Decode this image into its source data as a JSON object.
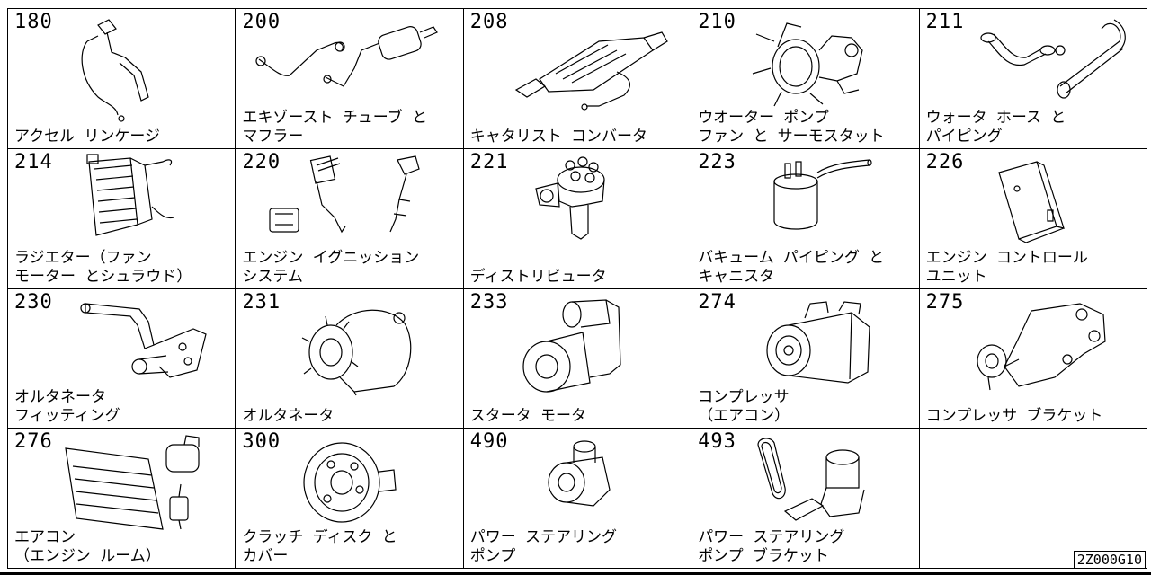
{
  "cells": [
    {
      "num": "180",
      "lines": [
        "アクセル リンケージ"
      ],
      "icon": "accelerator-linkage-icon"
    },
    {
      "num": "200",
      "lines": [
        "エキゾースト チューブ と",
        "マフラー"
      ],
      "icon": "exhaust-muffler-icon"
    },
    {
      "num": "208",
      "lines": [
        "キャタリスト コンバータ"
      ],
      "icon": "catalytic-converter-icon"
    },
    {
      "num": "210",
      "lines": [
        "ウオーター ポンプ",
        "ファン と サーモスタット"
      ],
      "icon": "water-pump-fan-icon"
    },
    {
      "num": "211",
      "lines": [
        "ウォータ ホース と",
        "パイピング"
      ],
      "icon": "water-hose-icon"
    },
    {
      "num": "214",
      "lines": [
        "ラジエター（ファン",
        "モーター とシュラウド）"
      ],
      "icon": "radiator-icon"
    },
    {
      "num": "220",
      "lines": [
        "エンジン イグニッション",
        "システム"
      ],
      "icon": "ignition-system-icon"
    },
    {
      "num": "221",
      "lines": [
        "ディストリビュータ"
      ],
      "icon": "distributor-icon"
    },
    {
      "num": "223",
      "lines": [
        "バキューム パイピング と",
        "キャニスタ"
      ],
      "icon": "vacuum-canister-icon"
    },
    {
      "num": "226",
      "lines": [
        "エンジン コントロール",
        "ユニット"
      ],
      "icon": "engine-control-unit-icon"
    },
    {
      "num": "230",
      "lines": [
        "オルタネータ",
        "フィッティング"
      ],
      "icon": "alternator-fitting-icon"
    },
    {
      "num": "231",
      "lines": [
        "オルタネータ"
      ],
      "icon": "alternator-icon"
    },
    {
      "num": "233",
      "lines": [
        "スタータ モータ"
      ],
      "icon": "starter-motor-icon"
    },
    {
      "num": "274",
      "lines": [
        "コンプレッサ",
        "（エアコン）"
      ],
      "icon": "ac-compressor-icon"
    },
    {
      "num": "275",
      "lines": [
        "コンプレッサ ブラケット"
      ],
      "icon": "compressor-bracket-icon"
    },
    {
      "num": "276",
      "lines": [
        "エアコン",
        "（エンジン ルーム）"
      ],
      "icon": "ac-engine-room-icon"
    },
    {
      "num": "300",
      "lines": [
        "クラッチ ディスク と",
        "カバー"
      ],
      "icon": "clutch-disc-icon"
    },
    {
      "num": "490",
      "lines": [
        "パワー ステアリング",
        "ポンプ"
      ],
      "icon": "power-steering-pump-icon"
    },
    {
      "num": "493",
      "lines": [
        "パワー ステアリング",
        "ポンプ ブラケット"
      ],
      "icon": "power-steering-bracket-icon"
    }
  ],
  "footer_code": "2Z000G10"
}
